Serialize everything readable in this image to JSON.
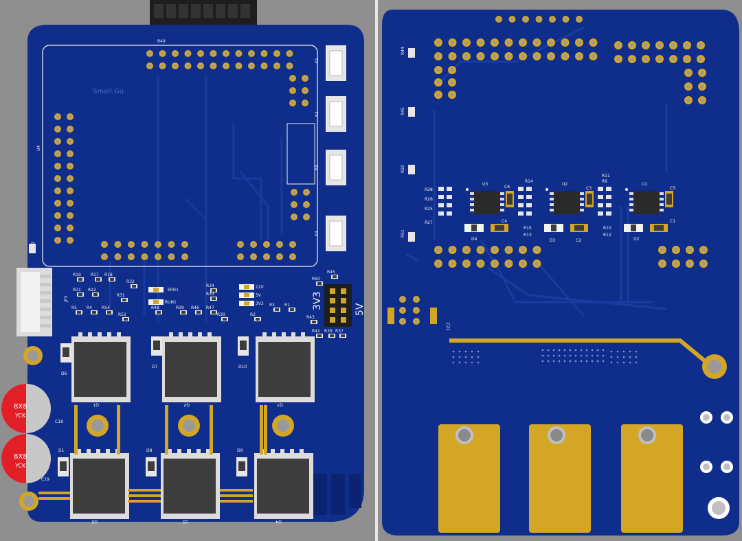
{
  "colors": {
    "background": "#8f8f8f",
    "board": "#0f2d8a",
    "board_dark": "#0b2370",
    "trace": "#18399c",
    "pad": "#d4a626",
    "pad_hole": "#9a9a9a",
    "silkscreen": "#f2f2f2",
    "component_body": "#3d3d3d",
    "capacitor_red": "#e21f26"
  },
  "views": {
    "top": {
      "module_outline_label": "Small.Gu",
      "module_ref": "U4",
      "header_ref": "R49",
      "buttons": [
        {
          "ref": "K1"
        },
        {
          "ref": "K2"
        },
        {
          "ref": "K3"
        },
        {
          "ref": "K4"
        }
      ],
      "connector_ref": "JP3",
      "connector_side_ref": "U2",
      "resistor_labels": [
        "R19",
        "R17",
        "R18",
        "R21",
        "R22",
        "R32",
        "R31",
        "ERR1",
        "RUN1",
        "R34",
        "R33",
        "R5",
        "R4",
        "R54",
        "R52",
        "R48",
        "R39",
        "R46",
        "R47",
        "R30",
        "R2",
        "R3",
        "R1",
        "R43",
        "R50",
        "R45",
        "R41",
        "R39",
        "R37"
      ],
      "led_labels": [
        "12V",
        "5V",
        "3V3"
      ],
      "voltage_labels": [
        "3V3",
        "5V"
      ],
      "mosfets": [
        {
          "ref": "Q1"
        },
        {
          "ref": "Q2"
        },
        {
          "ref": "Q3"
        },
        {
          "ref": "Q6"
        },
        {
          "ref": "Q5"
        },
        {
          "ref": "Q4"
        }
      ],
      "diodes": [
        {
          "ref": "D6"
        },
        {
          "ref": "D7"
        },
        {
          "ref": "D10"
        },
        {
          "ref": "D1"
        },
        {
          "ref": "D8"
        },
        {
          "ref": "D9"
        }
      ],
      "capacitors": [
        {
          "ref": "C18",
          "marking_line1": "8X8",
          "marking_line2": "YCK"
        },
        {
          "ref": "C19",
          "marking_line1": "8X8",
          "marking_line2": "YCK"
        }
      ]
    },
    "bottom": {
      "ics": [
        {
          "ref": "U3"
        },
        {
          "ref": "U2"
        },
        {
          "ref": "U1"
        }
      ],
      "resistor_labels_left": [
        "R28",
        "R26",
        "R25",
        "R27"
      ],
      "resistor_labels_mid": [
        "R14",
        "R15",
        "R13"
      ],
      "resistor_labels_right": [
        "R11",
        "R9",
        "R10",
        "R12"
      ],
      "side_labels": [
        "R44",
        "R45",
        "R50",
        "R51"
      ],
      "capacitors": [
        "C6",
        "C4",
        "C3",
        "C2",
        "C5",
        "C1",
        "C21"
      ],
      "diodes": [
        "D4",
        "D3",
        "D2"
      ]
    }
  }
}
